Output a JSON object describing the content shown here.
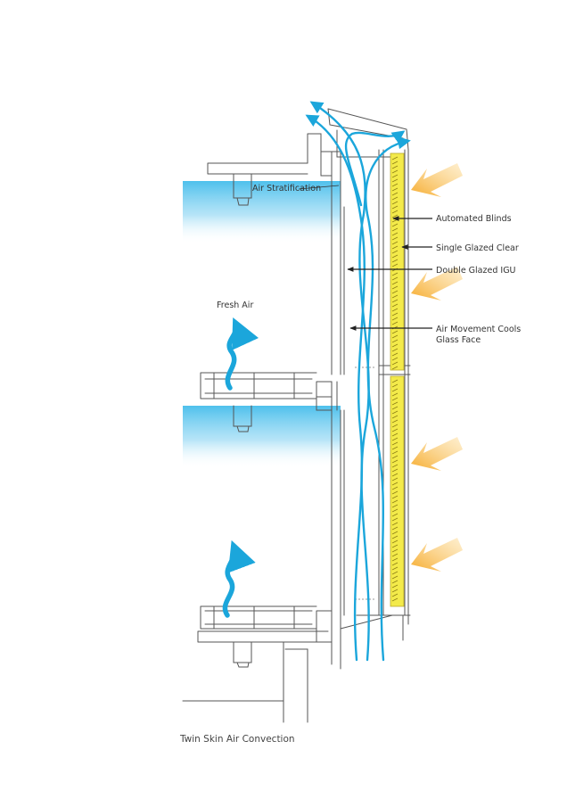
{
  "caption": "Twin Skin Air Convection",
  "labels": {
    "air_stratification": "Air Stratification",
    "fresh_air": "Fresh Air",
    "automated_blinds": "Automated Blinds",
    "single_glazed": "Single Glazed Clear",
    "double_glazed": "Double Glazed IGU",
    "air_movement_line1": "Air Movement Cools",
    "air_movement_line2": "Glass Face"
  },
  "colors": {
    "air_flow": "#1ba6db",
    "cool_zone": "#5cc7ef",
    "sun": "#f7b23b",
    "glass": "#f3ea4a",
    "sketch": "#555555"
  },
  "icons": {
    "solar_arrow": "solar-radiation-arrow-icon",
    "air_arrow": "fresh-air-wave-arrow-icon"
  }
}
